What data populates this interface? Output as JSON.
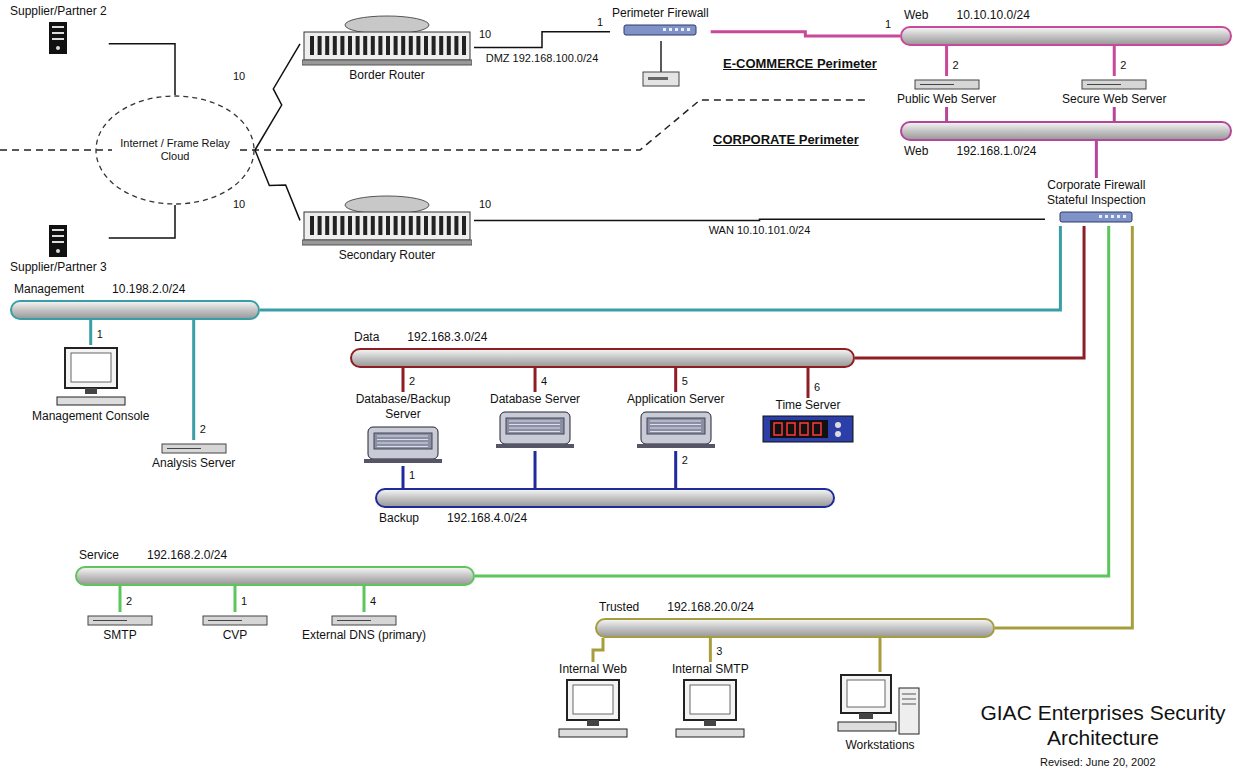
{
  "diagram": {
    "title": "GIAC Enterprises Security Architecture",
    "caption": "Revised: June 20, 2002",
    "nodes": [
      {
        "text": [
          "Supplier/Partner 2"
        ]
      },
      {
        "text": [
          "Supplier/Partner 3"
        ]
      },
      {
        "text": [
          "Internet / Frame Relay Cloud"
        ]
      },
      {
        "text": [
          "Border Router"
        ]
      },
      {
        "text": [
          "Secondary Router"
        ]
      },
      {
        "text": [
          "Perimeter Firewall"
        ]
      },
      {
        "text": [
          "Web",
          "10.10.10.0/24"
        ]
      },
      {
        "text": [
          "Public Web Server"
        ]
      },
      {
        "text": [
          "Secure Web Server"
        ]
      },
      {
        "text": [
          "Web",
          "192.168.1.0/24"
        ]
      },
      {
        "text": [
          "Corporate Firewall",
          "Stateful Inspection"
        ]
      },
      {
        "text": [
          "Management",
          "10.198.2.0/24"
        ]
      },
      {
        "text": [
          "Management Console"
        ]
      },
      {
        "text": [
          "Analysis Server"
        ]
      },
      {
        "text": [
          "Data",
          "192.168.3.0/24"
        ]
      },
      {
        "text": [
          "Database/Backup Server"
        ]
      },
      {
        "text": [
          "Database Server"
        ]
      },
      {
        "text": [
          "Application Server"
        ]
      },
      {
        "text": [
          "Time Server"
        ]
      },
      {
        "text": [
          "Backup",
          "192.168.4.0/24"
        ]
      },
      {
        "text": [
          "Service",
          "192.168.2.0/24"
        ]
      },
      {
        "text": [
          "SMTP"
        ]
      },
      {
        "text": [
          "CVP"
        ]
      },
      {
        "text": [
          "External DNS (primary)"
        ]
      },
      {
        "text": [
          "Trusted",
          "192.168.20.0/24"
        ]
      },
      {
        "text": [
          "Internal Web"
        ]
      },
      {
        "text": [
          "Internal SMTP"
        ]
      },
      {
        "text": [
          "Workstations"
        ]
      }
    ],
    "edges": [
      {
        "from": 0,
        "to": 2,
        "arrow": "none"
      },
      {
        "from": 1,
        "to": 2,
        "arrow": "none"
      },
      {
        "from": 2,
        "to": 3,
        "arrow": "none"
      },
      {
        "from": 2,
        "to": 4,
        "arrow": "none"
      },
      {
        "from": 3,
        "to": 5,
        "label": "DMZ 192.168.100.0/24",
        "arrow": "none"
      },
      {
        "from": 5,
        "to": 6,
        "arrow": "none"
      },
      {
        "from": 6,
        "to": 7,
        "arrow": "none"
      },
      {
        "from": 6,
        "to": 8,
        "arrow": "none"
      },
      {
        "from": 7,
        "to": 9,
        "arrow": "none"
      },
      {
        "from": 8,
        "to": 9,
        "arrow": "none"
      },
      {
        "from": 9,
        "to": 10,
        "arrow": "none"
      },
      {
        "from": 4,
        "to": 10,
        "label": "WAN 10.10.101.0/24",
        "arrow": "none"
      },
      {
        "from": 10,
        "to": 11,
        "arrow": "none"
      },
      {
        "from": 10,
        "to": 14,
        "arrow": "none"
      },
      {
        "from": 10,
        "to": 20,
        "arrow": "none"
      },
      {
        "from": 10,
        "to": 24,
        "arrow": "none"
      },
      {
        "from": 11,
        "to": 12,
        "arrow": "none"
      },
      {
        "from": 11,
        "to": 13,
        "arrow": "none"
      },
      {
        "from": 14,
        "to": 15,
        "arrow": "none"
      },
      {
        "from": 14,
        "to": 16,
        "arrow": "none"
      },
      {
        "from": 14,
        "to": 17,
        "arrow": "none"
      },
      {
        "from": 14,
        "to": 18,
        "arrow": "none"
      },
      {
        "from": 19,
        "to": 15,
        "arrow": "none"
      },
      {
        "from": 19,
        "to": 16,
        "arrow": "none"
      },
      {
        "from": 19,
        "to": 17,
        "arrow": "none"
      },
      {
        "from": 20,
        "to": 21,
        "arrow": "none"
      },
      {
        "from": 20,
        "to": 22,
        "arrow": "none"
      },
      {
        "from": 20,
        "to": 23,
        "arrow": "none"
      },
      {
        "from": 24,
        "to": 25,
        "arrow": "none"
      },
      {
        "from": 24,
        "to": 26,
        "arrow": "none"
      },
      {
        "from": 24,
        "to": 27,
        "arrow": "none"
      }
    ],
    "labels": [
      "E-COMMERCE Perimeter",
      "CORPORATE Perimeter",
      "10",
      "10",
      "1",
      "1",
      "2",
      "2",
      "10",
      "10",
      "1",
      "2",
      "2",
      "4",
      "5",
      "6",
      "1",
      "2",
      "2",
      "1",
      "4",
      "3"
    ]
  }
}
